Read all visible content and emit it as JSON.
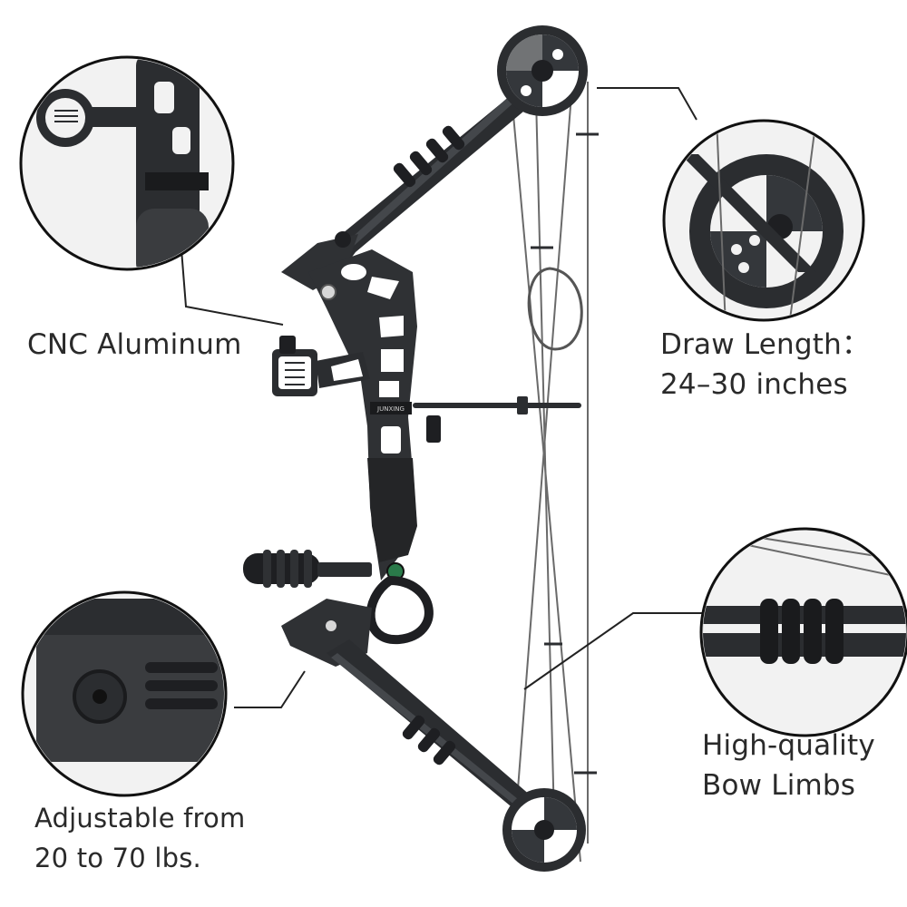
{
  "callouts": {
    "cnc": {
      "label": "CNC Aluminum"
    },
    "draw_length": {
      "line1": "Draw Length：",
      "line2": "24–30 inches"
    },
    "limbs": {
      "line1": "High-quality",
      "line2": "Bow Limbs"
    },
    "adjustable": {
      "line1": "Adjustable from",
      "line2": "20 to 70 lbs."
    }
  },
  "bow": {
    "brand_mark": "JUNXING"
  },
  "colors": {
    "bow_black": "#2b2d30",
    "string": "#6a6a6a",
    "background": "#ffffff"
  }
}
